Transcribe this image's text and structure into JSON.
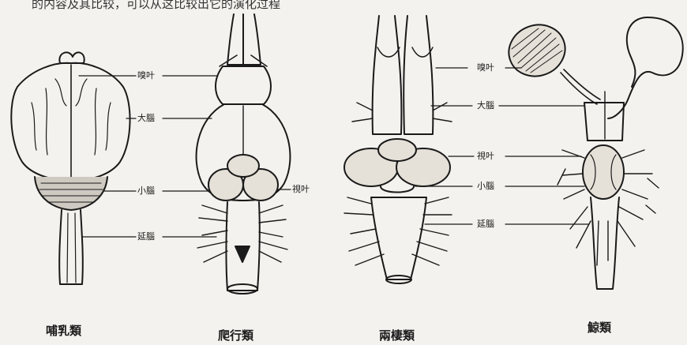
{
  "top_text": "的内容及其比较，可以从这比较出它的演化过程",
  "captions": [
    "哺乳類",
    "爬行類",
    "兩棲類",
    "鯨類"
  ],
  "labels": {
    "mammal": [
      "嗅叶",
      "大腦",
      "小腦",
      "延腦"
    ],
    "reptile": [
      "視叶"
    ],
    "amphibian": [
      "嗅叶",
      "大腦",
      "視叶",
      "小腦",
      "延腦"
    ]
  }
}
